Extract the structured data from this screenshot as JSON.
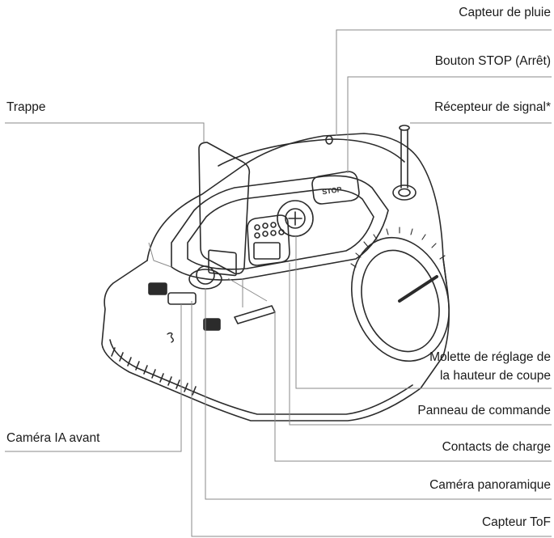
{
  "labels": {
    "rain_sensor": "Capteur de pluie",
    "stop_button": "Bouton STOP (Arrêt)",
    "signal_receiver": "Récepteur de signal*",
    "hatch": "Trappe",
    "height_knob_line1": "Molette de réglage de",
    "height_knob_line2": "la hauteur de coupe",
    "control_panel": "Panneau de commande",
    "charge_contacts": "Contacts de charge",
    "panoramic_camera": "Caméra panoramique",
    "tof_sensor": "Capteur ToF",
    "front_ai_camera": "Caméra IA avant"
  },
  "device": {
    "stop_key_text": "STOP"
  }
}
